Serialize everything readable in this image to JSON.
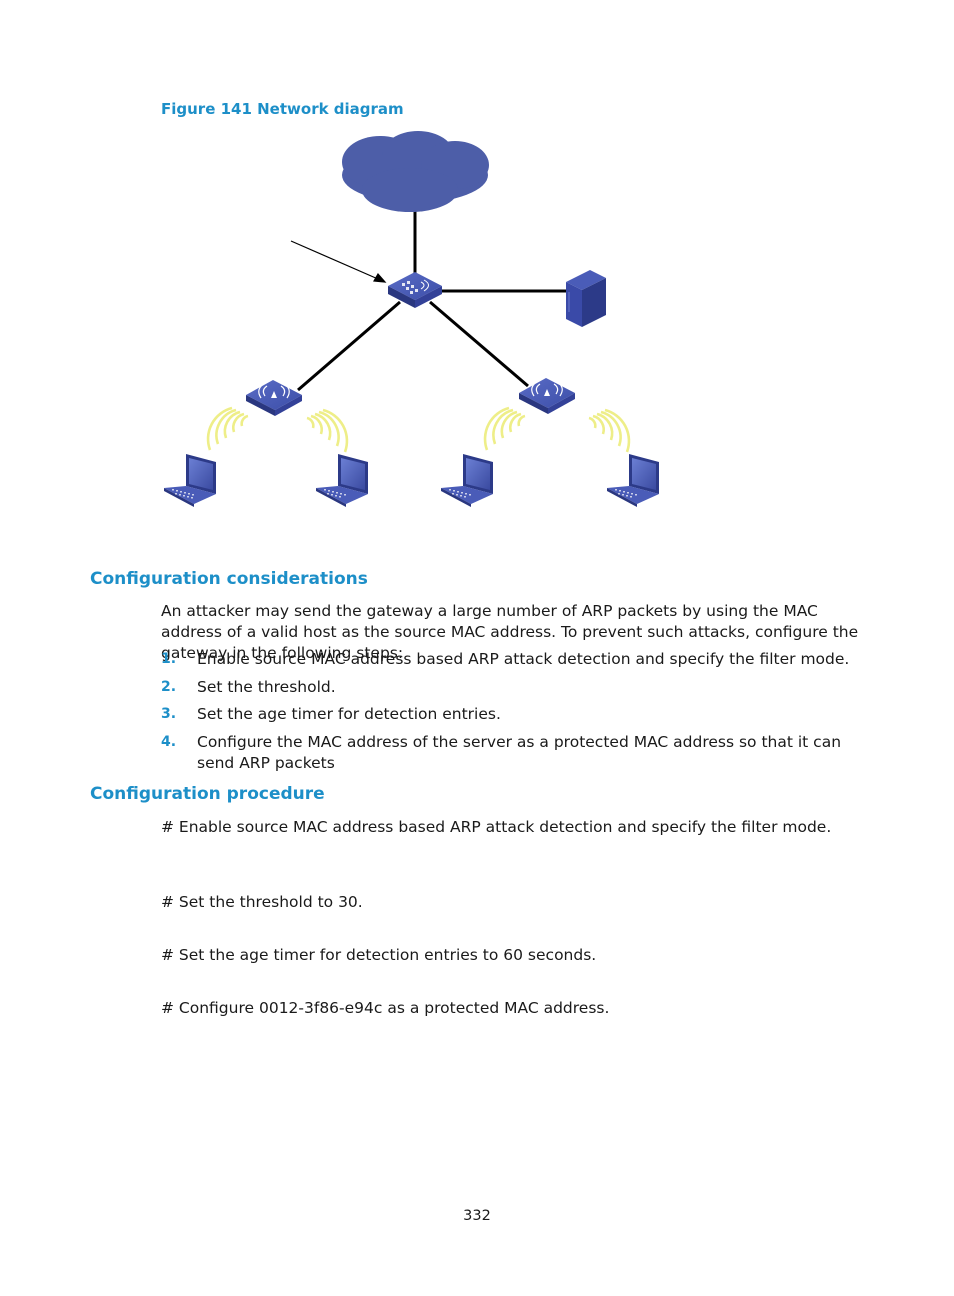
{
  "figure": {
    "caption": "Figure 141  Network diagram"
  },
  "sections": {
    "considerations": {
      "heading": "Configuration considerations",
      "intro": "An attacker may send the gateway a large number of ARP packets by using the MAC address of a valid host as the source MAC address. To prevent such attacks, configure the gateway in the following steps:",
      "steps": [
        {
          "num": "1.",
          "text": "Enable source MAC address based ARP attack detection and specify the filter mode."
        },
        {
          "num": "2.",
          "text": "Set the threshold."
        },
        {
          "num": "3.",
          "text": "Set the age timer for detection entries."
        },
        {
          "num": "4.",
          "text": "Configure the MAC address of the server as a protected MAC address so that it can send ARP packets"
        }
      ]
    },
    "procedure": {
      "heading": "Configuration procedure",
      "commands": [
        "# Enable source MAC address based ARP attack detection and specify the filter mode.",
        "# Set the threshold to 30.",
        "# Set the age timer for detection entries to 60 seconds.",
        "# Configure 0012-3f86-e94c as a protected MAC address."
      ]
    }
  },
  "footer": {
    "page_number": "332"
  },
  "colors": {
    "accent": "#1d8fc8",
    "device_blue": "#3c4ea8",
    "cloud_blue": "#4d5ea8",
    "wifi_yellow": "#eeee88"
  }
}
